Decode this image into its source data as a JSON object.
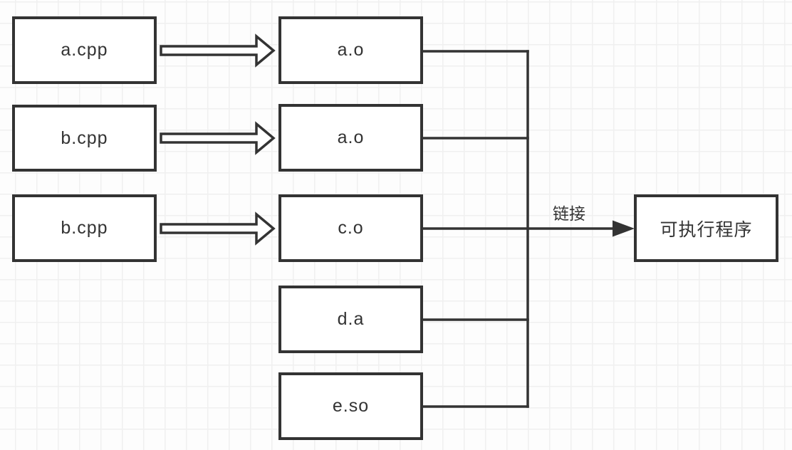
{
  "diagram": {
    "title_hint": "c++ compile and link flow",
    "source_files": [
      {
        "label": "a.cpp"
      },
      {
        "label": "b.cpp"
      },
      {
        "label": "b.cpp"
      }
    ],
    "object_files": [
      {
        "label": "a.o"
      },
      {
        "label": "a.o"
      },
      {
        "label": "c.o"
      },
      {
        "label": "d.a"
      },
      {
        "label": "e.so"
      }
    ],
    "link_arrow_label": "链接",
    "output_node": {
      "label": "可执行程序"
    },
    "colors": {
      "stroke": "#333333",
      "text": "#333333",
      "node_fill": "#ffffff",
      "grid_line": "#f0f0f0",
      "background": "#fdfdfd"
    }
  }
}
